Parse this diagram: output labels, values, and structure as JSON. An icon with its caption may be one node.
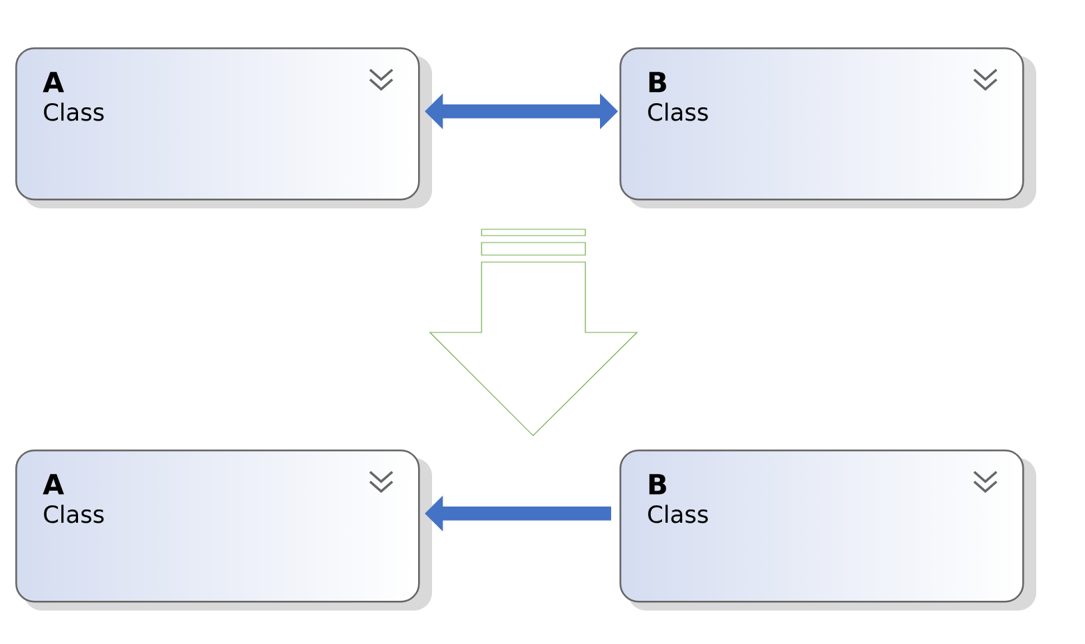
{
  "diagram": {
    "nodes": [
      {
        "text": [
          "A",
          "Class"
        ]
      },
      {
        "text": [
          "B",
          "Class"
        ]
      },
      {
        "text": [
          "A",
          "Class"
        ]
      },
      {
        "text": [
          "B",
          "Class"
        ]
      }
    ],
    "edges": [
      {
        "from": 0,
        "to": 1,
        "arrow": "both"
      },
      {
        "from": 3,
        "to": 2,
        "arrow": "to"
      }
    ]
  }
}
